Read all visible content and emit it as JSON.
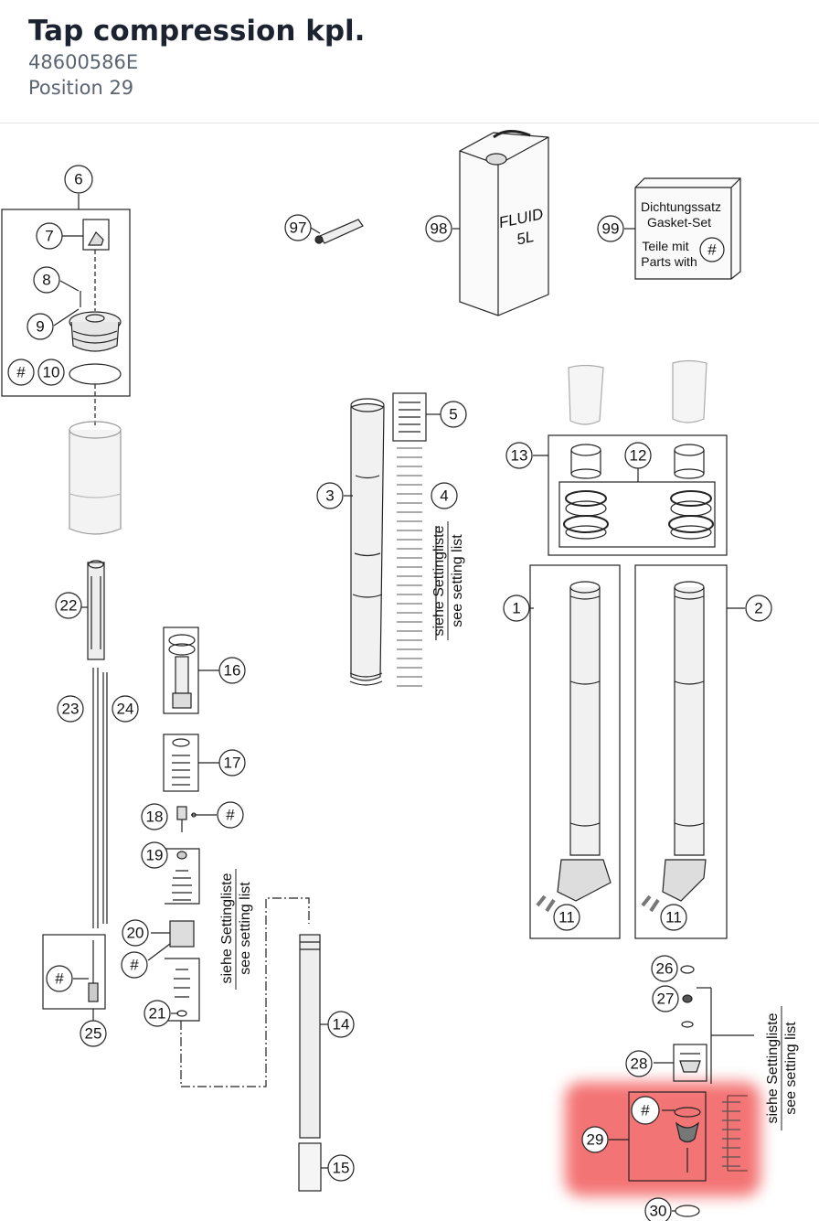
{
  "header": {
    "title": "Tap compression kpl.",
    "part_number": "48600586E",
    "position": "Position 29"
  },
  "diagram": {
    "labels": {
      "p1": "1",
      "p2": "2",
      "p3": "3",
      "p4": "4",
      "p5": "5",
      "p6": "6",
      "p7": "7",
      "p8": "8",
      "p9": "9",
      "p10": "10",
      "p11a": "11",
      "p11b": "11",
      "p12": "12",
      "p13": "13",
      "p14": "14",
      "p15": "15",
      "p16": "16",
      "p17": "17",
      "p18": "18",
      "p19": "19",
      "p20": "20",
      "p21": "21",
      "p22": "22",
      "p23": "23",
      "p24": "24",
      "p25": "25",
      "p26": "26",
      "p27": "27",
      "p28": "28",
      "p29": "29",
      "p30": "30",
      "p97": "97",
      "p98": "98",
      "p99": "99",
      "hash": "#"
    },
    "fluid": {
      "line1": "FLUID",
      "line2": "5L"
    },
    "gasket": {
      "line1": "Dichtungssatz",
      "line2": "Gasket-Set",
      "line3": "Teile mit",
      "line4": "Parts with"
    },
    "setting": {
      "de": "siehe Settingliste",
      "en": "see setting list"
    },
    "highlight_color": "#f25c5c"
  }
}
